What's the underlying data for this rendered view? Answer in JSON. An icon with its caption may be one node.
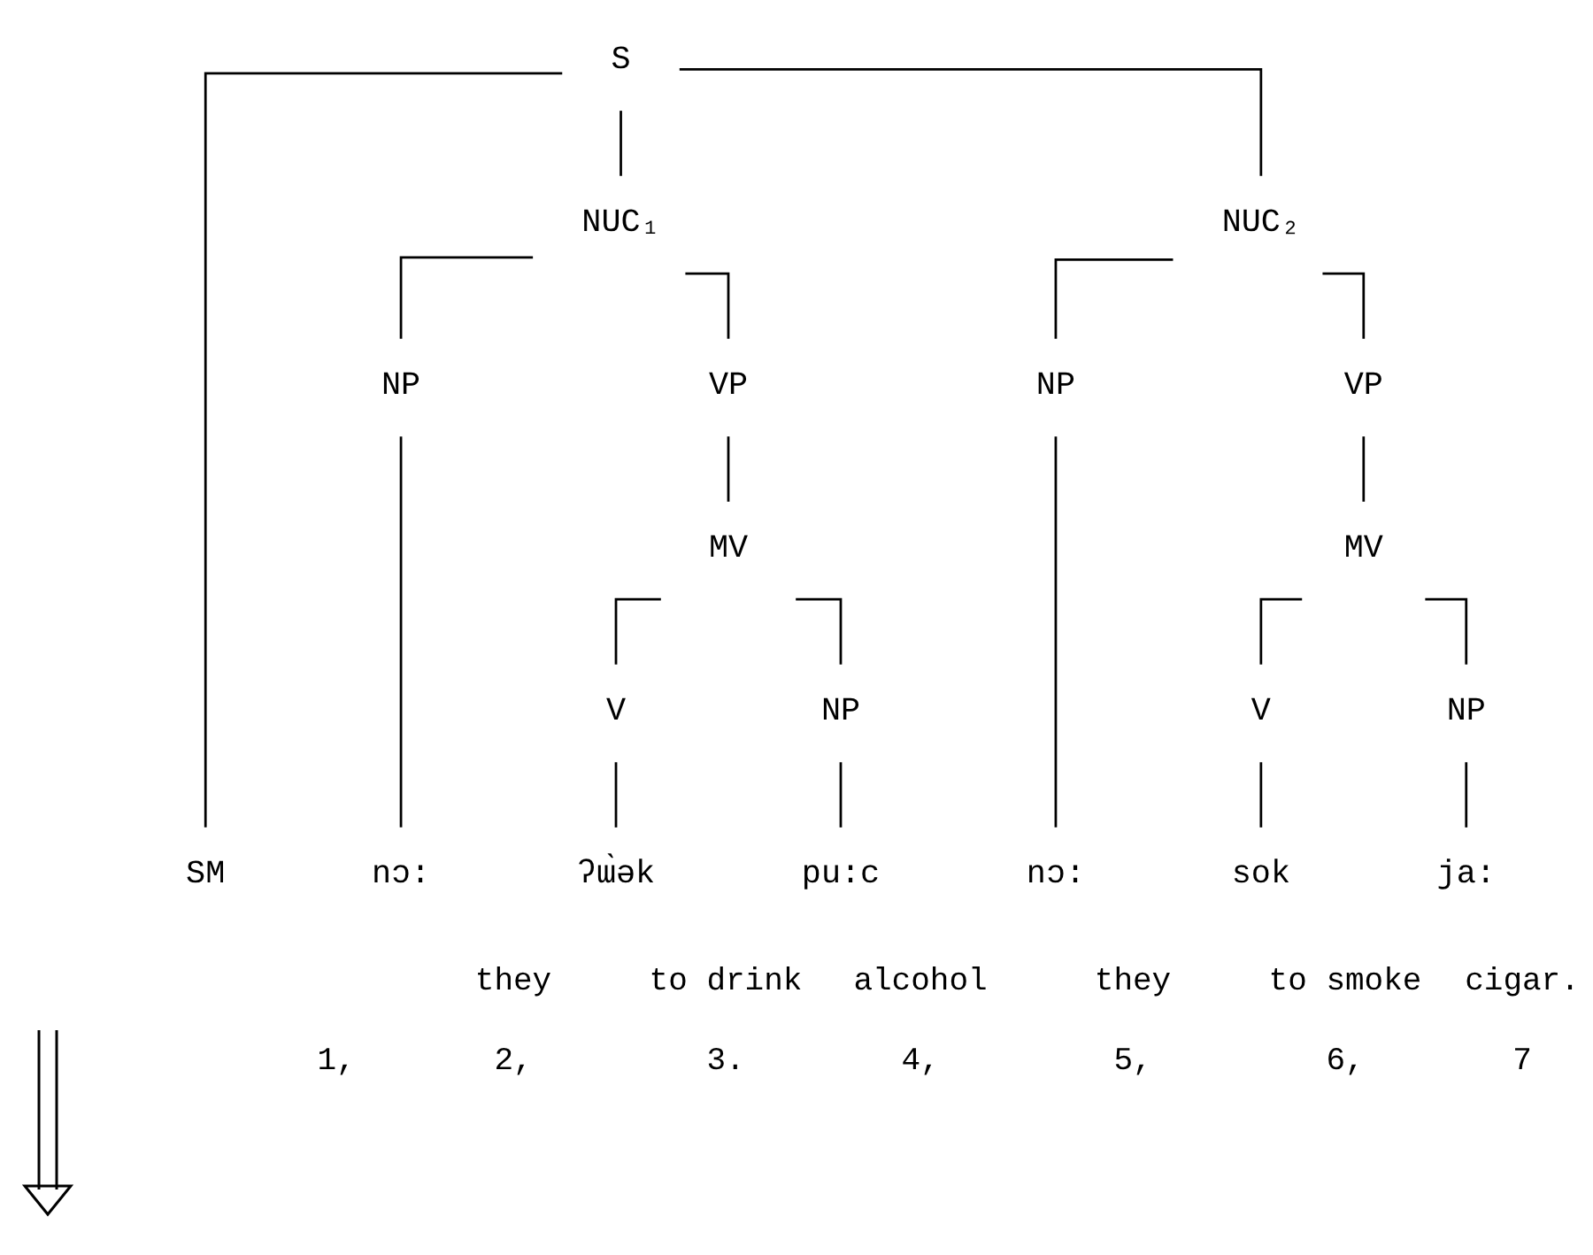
{
  "diagram": {
    "nodes": [
      {
        "text": [
          "S"
        ]
      },
      {
        "text": [
          "NUC₁"
        ]
      },
      {
        "text": [
          "NUC₂"
        ]
      },
      {
        "text": [
          "NP"
        ]
      },
      {
        "text": [
          "VP"
        ]
      },
      {
        "text": [
          "NP"
        ]
      },
      {
        "text": [
          "VP"
        ]
      },
      {
        "text": [
          "MV"
        ]
      },
      {
        "text": [
          "MV"
        ]
      },
      {
        "text": [
          "V"
        ]
      },
      {
        "text": [
          "NP"
        ]
      },
      {
        "text": [
          "V"
        ]
      },
      {
        "text": [
          "NP"
        ]
      },
      {
        "text": [
          "SM"
        ]
      },
      {
        "text": [
          "nɔ:"
        ]
      },
      {
        "text": [
          "ʔɯ̀ək"
        ]
      },
      {
        "text": [
          "pu:c"
        ]
      },
      {
        "text": [
          "nɔ:"
        ]
      },
      {
        "text": [
          "sok"
        ]
      },
      {
        "text": [
          "ja:"
        ]
      }
    ],
    "edges": [
      {
        "from": 0,
        "to": 13,
        "arrow": "none"
      },
      {
        "from": 0,
        "to": 1,
        "arrow": "none"
      },
      {
        "from": 0,
        "to": 2,
        "arrow": "none"
      },
      {
        "from": 1,
        "to": 3,
        "arrow": "none"
      },
      {
        "from": 1,
        "to": 4,
        "arrow": "none"
      },
      {
        "from": 3,
        "to": 14,
        "arrow": "none"
      },
      {
        "from": 4,
        "to": 7,
        "arrow": "none"
      },
      {
        "from": 7,
        "to": 9,
        "arrow": "none"
      },
      {
        "from": 7,
        "to": 10,
        "arrow": "none"
      },
      {
        "from": 9,
        "to": 15,
        "arrow": "none"
      },
      {
        "from": 10,
        "to": 16,
        "arrow": "none"
      },
      {
        "from": 2,
        "to": 5,
        "arrow": "none"
      },
      {
        "from": 2,
        "to": 6,
        "arrow": "none"
      },
      {
        "from": 5,
        "to": 17,
        "arrow": "none"
      },
      {
        "from": 6,
        "to": 8,
        "arrow": "none"
      },
      {
        "from": 8,
        "to": 11,
        "arrow": "none"
      },
      {
        "from": 8,
        "to": 12,
        "arrow": "none"
      },
      {
        "from": 11,
        "to": 18,
        "arrow": "none"
      },
      {
        "from": 12,
        "to": 19,
        "arrow": "none"
      }
    ],
    "labels": [
      "they",
      "to drink",
      "alcohol",
      "they",
      "to smoke",
      "cigar.",
      "1,",
      "2,",
      "3.",
      "4,",
      "5,",
      "6,",
      "7"
    ]
  }
}
